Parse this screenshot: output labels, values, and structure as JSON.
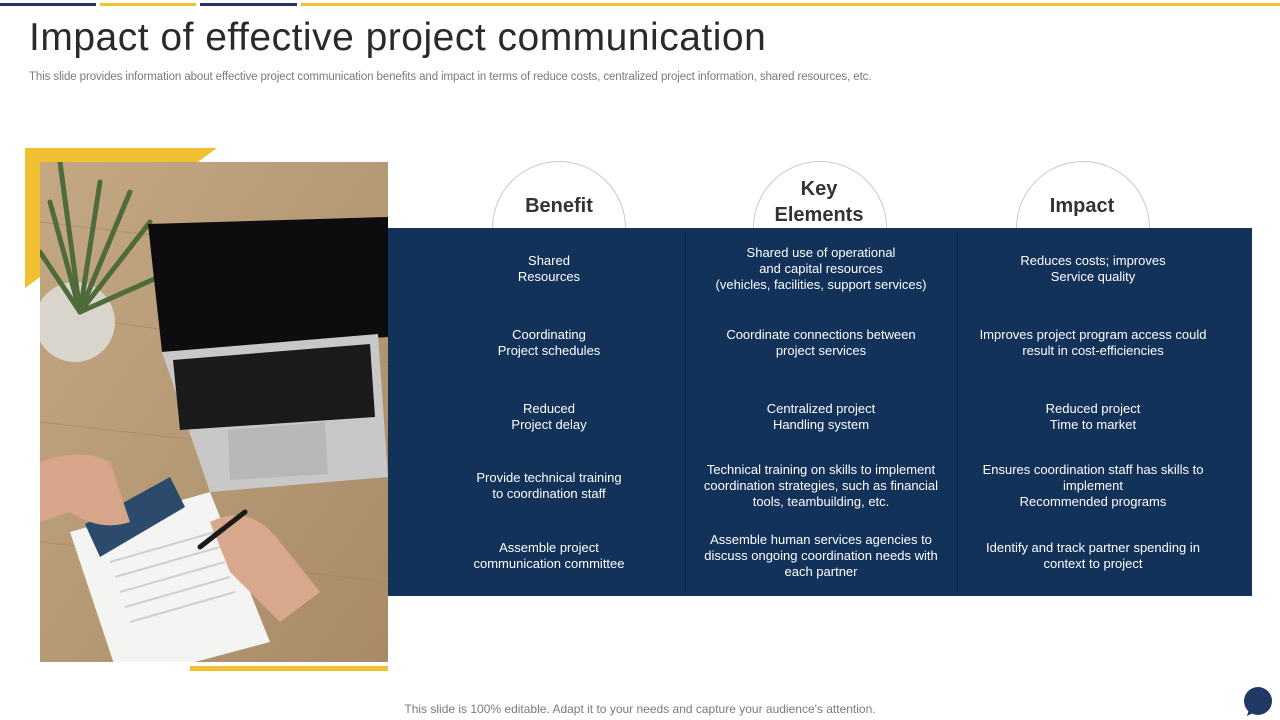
{
  "slide": {
    "title": "Impact of effective project communication",
    "subtitle": "This slide provides information about effective project communication benefits and impact in terms of reduce costs, centralized project information, shared resources, etc.",
    "footer": "This slide is 100% editable. Adapt it to your needs and capture your audience's attention."
  },
  "colors": {
    "navy": "#12325a",
    "accent_yellow": "#f0c030"
  },
  "icons": {
    "photo": "laptop-desk-photo",
    "chat": "chat-bubble-icon"
  },
  "headers": {
    "benefit": "Benefit",
    "key_elements_line1": "Key",
    "key_elements_line2": "Elements",
    "impact": "Impact"
  },
  "rows": [
    {
      "benefit": [
        "Shared",
        "Resources"
      ],
      "key": [
        "Shared use of operational",
        "and capital resources",
        "(vehicles, facilities, support services)"
      ],
      "impact": [
        "Reduces costs; improves",
        "Service quality"
      ]
    },
    {
      "benefit": [
        "Coordinating",
        "Project schedules"
      ],
      "key": [
        "Coordinate connections between",
        "project services"
      ],
      "impact": [
        "Improves project program access could",
        "result in cost-efficiencies"
      ]
    },
    {
      "benefit": [
        "Reduced",
        "Project delay"
      ],
      "key": [
        "Centralized project",
        "Handling system"
      ],
      "impact": [
        "Reduced project",
        "Time to market"
      ]
    },
    {
      "benefit": [
        "Provide technical training",
        "to coordination staff"
      ],
      "key": [
        "Technical training on skills to implement",
        "coordination strategies, such as financial",
        "tools, teambuilding, etc."
      ],
      "impact": [
        "Ensures coordination staff has skills to",
        "implement",
        "Recommended programs"
      ]
    },
    {
      "benefit": [
        "Assemble project",
        "communication committee"
      ],
      "key": [
        "Assemble human services agencies to",
        "discuss ongoing coordination needs with",
        "each partner"
      ],
      "impact": [
        "Identify and track partner spending in",
        "context to project"
      ]
    }
  ]
}
